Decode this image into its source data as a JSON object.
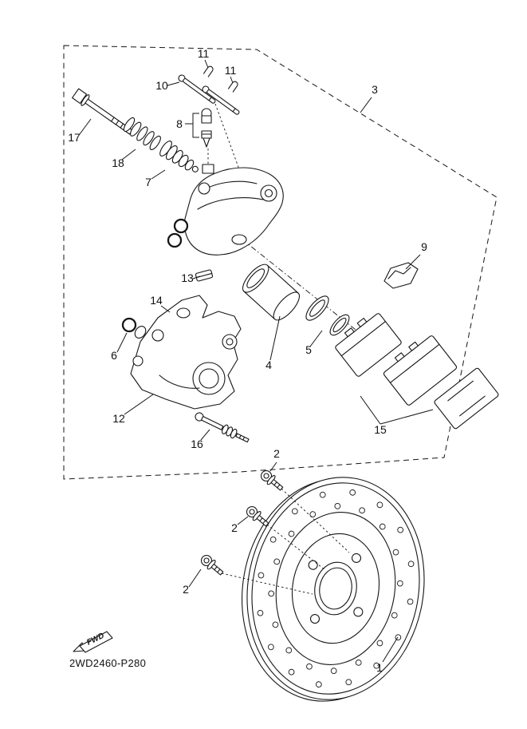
{
  "diagram": {
    "part_code": "2WD2460-P280",
    "fwd_label": "FWD"
  },
  "callouts": {
    "1": "1",
    "2": "2",
    "3": "3",
    "4": "4",
    "5": "5",
    "6": "6",
    "7": "7",
    "8": "8",
    "9": "9",
    "10": "10",
    "11": "11",
    "12": "12",
    "13": "13",
    "14": "14",
    "15": "15",
    "16": "16",
    "17": "17",
    "18": "18"
  }
}
